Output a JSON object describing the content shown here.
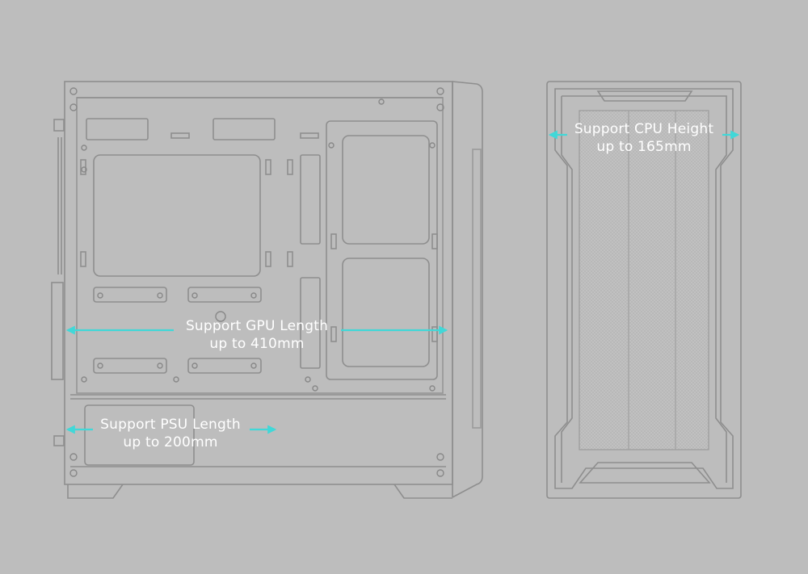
{
  "colors": {
    "background": "#bdbdbd",
    "line": "#8e8e8e",
    "line_light": "#a3a3a3",
    "arrow": "#40d8d8",
    "text": "#ffffff"
  },
  "icons": [
    "gpu-arrow-icon",
    "psu-arrow-icon",
    "cpu-arrow-icon"
  ],
  "annotations": {
    "gpu": {
      "line1": "Support GPU Length",
      "line2": "up to 410mm"
    },
    "psu": {
      "line1": "Support PSU Length",
      "line2": "up to 200mm"
    },
    "cpu": {
      "line1": "Support CPU Height",
      "line2": "up to 165mm"
    }
  }
}
